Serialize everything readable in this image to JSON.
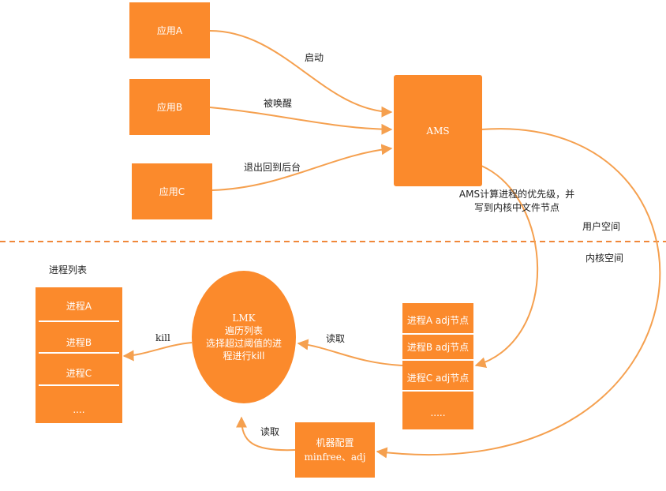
{
  "apps": {
    "a": "应用A",
    "b": "应用B",
    "c": "应用C"
  },
  "ams": {
    "label": "AMS",
    "note_line1": "AMS计算进程的优先级，并",
    "note_line2": "写到内核中文件节点"
  },
  "edges": {
    "start": "启动",
    "awakened": "被唤醒",
    "to_background": "退出回到后台",
    "kill": "kill",
    "read_nodes": "读取",
    "read_config": "读取"
  },
  "spaces": {
    "user": "用户空间",
    "kernel": "内核空间"
  },
  "process_list": {
    "title": "进程列表",
    "items": [
      "进程A",
      "进程B",
      "进程C",
      "...."
    ]
  },
  "lmk": {
    "line1": "LMK",
    "line2": "遍历列表",
    "line3": "选择超过阈值的进",
    "line4": "程进行kill"
  },
  "adj_nodes": {
    "items": [
      "进程A adj节点",
      "进程B adj节点",
      "进程C adj节点",
      "....."
    ]
  },
  "config": {
    "line1": "机器配置",
    "line2": "minfree、adj"
  },
  "colors": {
    "box": "#fb8a2c",
    "arrow": "#f5a04f",
    "divider": "#f0883a"
  }
}
